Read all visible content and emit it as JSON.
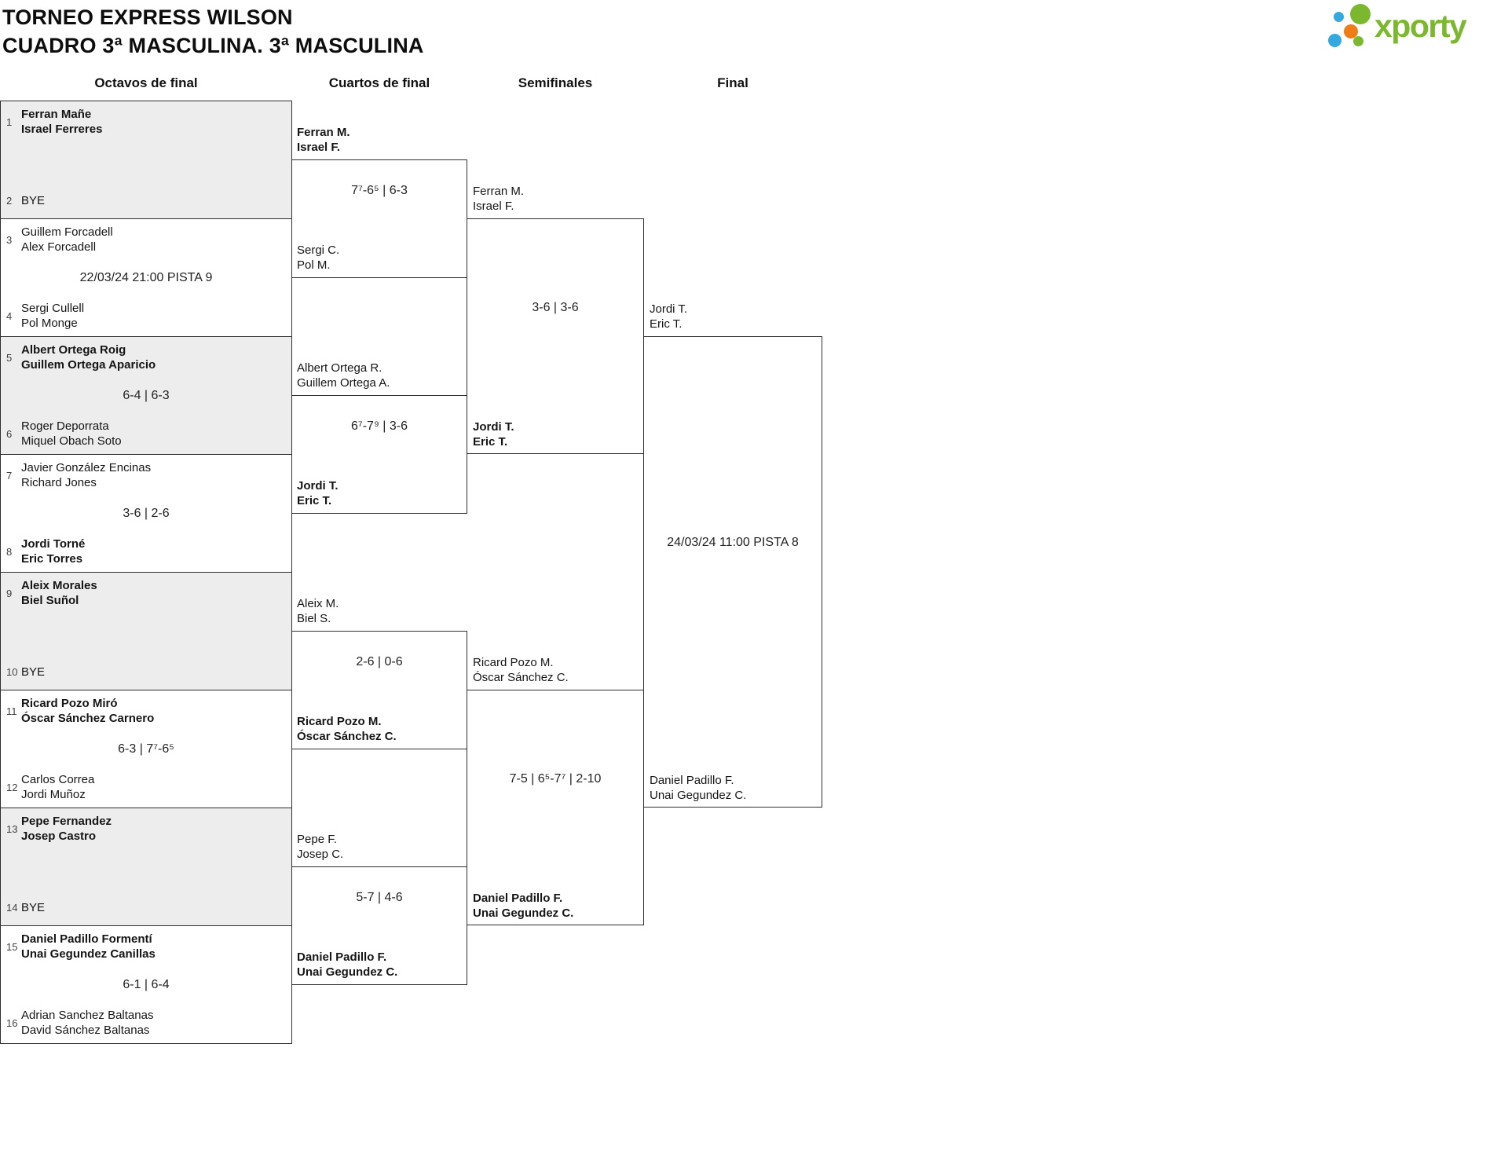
{
  "header": {
    "title_line1": "TORNEO EXPRESS WILSON",
    "title_line2": "CUADRO 3ª MASCULINA. 3ª MASCULINA",
    "logo_text": "xporty"
  },
  "colors": {
    "logo_green": "#7cb82f",
    "logo_blue": "#35a8e0",
    "logo_orange": "#ef7d17",
    "line": "#2e2e2e",
    "box_fill_gray": "#ededed",
    "box_fill_white": "#ffffff",
    "text": "#151515"
  },
  "rounds": {
    "r16": "Octavos de final",
    "qf": "Cuartos de final",
    "sf": "Semifinales",
    "f": "Final"
  },
  "r16_matches": [
    {
      "n1": "1",
      "t1a": "Ferran Mañe",
      "t1b": "Israel Ferreres",
      "w1": true,
      "n2": "2",
      "t2a": "BYE",
      "info": ""
    },
    {
      "n1": "3",
      "t1a": "Guillem Forcadell",
      "t1b": "Alex Forcadell",
      "n2": "4",
      "t2a": "Sergi Cullell",
      "t2b": "Pol Monge",
      "info": "22/03/24 21:00 PISTA 9"
    },
    {
      "n1": "5",
      "t1a": "Albert Ortega Roig",
      "t1b": "Guillem Ortega Aparicio",
      "w1": true,
      "n2": "6",
      "t2a": "Roger Deporrata",
      "t2b": "Miquel Obach Soto",
      "info": "6-4 | 6-3"
    },
    {
      "n1": "7",
      "t1a": "Javier González Encinas",
      "t1b": "Richard Jones",
      "n2": "8",
      "t2a": "Jordi Torné",
      "t2b": "Eric Torres",
      "w2": true,
      "info": "3-6 | 2-6"
    },
    {
      "n1": "9",
      "t1a": "Aleix Morales",
      "t1b": "Biel Suñol",
      "w1": true,
      "n2": "10",
      "t2a": "BYE",
      "info": ""
    },
    {
      "n1": "11",
      "t1a": "Ricard Pozo Miró",
      "t1b": "Óscar Sánchez Carnero",
      "w1": true,
      "n2": "12",
      "t2a": "Carlos Correa",
      "t2b": "Jordi Muñoz",
      "info": "6-3 | 7⁷-6⁵"
    },
    {
      "n1": "13",
      "t1a": "Pepe Fernandez",
      "t1b": "Josep Castro",
      "w1": true,
      "n2": "14",
      "t2a": "BYE",
      "info": ""
    },
    {
      "n1": "15",
      "t1a": "Daniel Padillo Formentí",
      "t1b": "Unai Gegundez Canillas",
      "w1": true,
      "n2": "16",
      "t2a": "Adrian Sanchez Baltanas",
      "t2b": "David Sánchez Baltanas",
      "info": "6-1 | 6-4"
    }
  ],
  "qf_matches": [
    {
      "top_a": "Ferran M.",
      "top_b": "Israel F.",
      "top_winner": true,
      "bot_a": "Sergi C.",
      "bot_b": "Pol M.",
      "score": "7⁷-6⁵ | 6-3"
    },
    {
      "top_a": "Albert Ortega R.",
      "top_b": "Guillem Ortega A.",
      "bot_a": "Jordi T.",
      "bot_b": "Eric T.",
      "bot_winner": true,
      "score": "6⁷-7⁹ | 3-6"
    },
    {
      "top_a": "Aleix M.",
      "top_b": "Biel S.",
      "bot_a": "Ricard Pozo M.",
      "bot_b": "Óscar Sánchez C.",
      "bot_winner": true,
      "score": "2-6 | 0-6"
    },
    {
      "top_a": "Pepe F.",
      "top_b": "Josep C.",
      "bot_a": "Daniel Padillo F.",
      "bot_b": "Unai Gegundez C.",
      "bot_winner": true,
      "score": "5-7 | 4-6"
    }
  ],
  "sf_matches": [
    {
      "top_a": "Ferran M.",
      "top_b": "Israel F.",
      "bot_a": "Jordi T.",
      "bot_b": "Eric T.",
      "bot_winner": true,
      "score": "3-6 | 3-6"
    },
    {
      "top_a": "Ricard Pozo M.",
      "top_b": "Óscar Sánchez C.",
      "bot_a": "Daniel Padillo F.",
      "bot_b": "Unai Gegundez C.",
      "bot_winner": true,
      "score": "7-5 | 6⁵-7⁷ | 2-10"
    }
  ],
  "final_match": {
    "top_a": "Jordi T.",
    "top_b": "Eric T.",
    "bot_a": "Daniel Padillo F.",
    "bot_b": "Unai Gegundez C.",
    "info": "24/03/24 11:00 PISTA 8"
  }
}
